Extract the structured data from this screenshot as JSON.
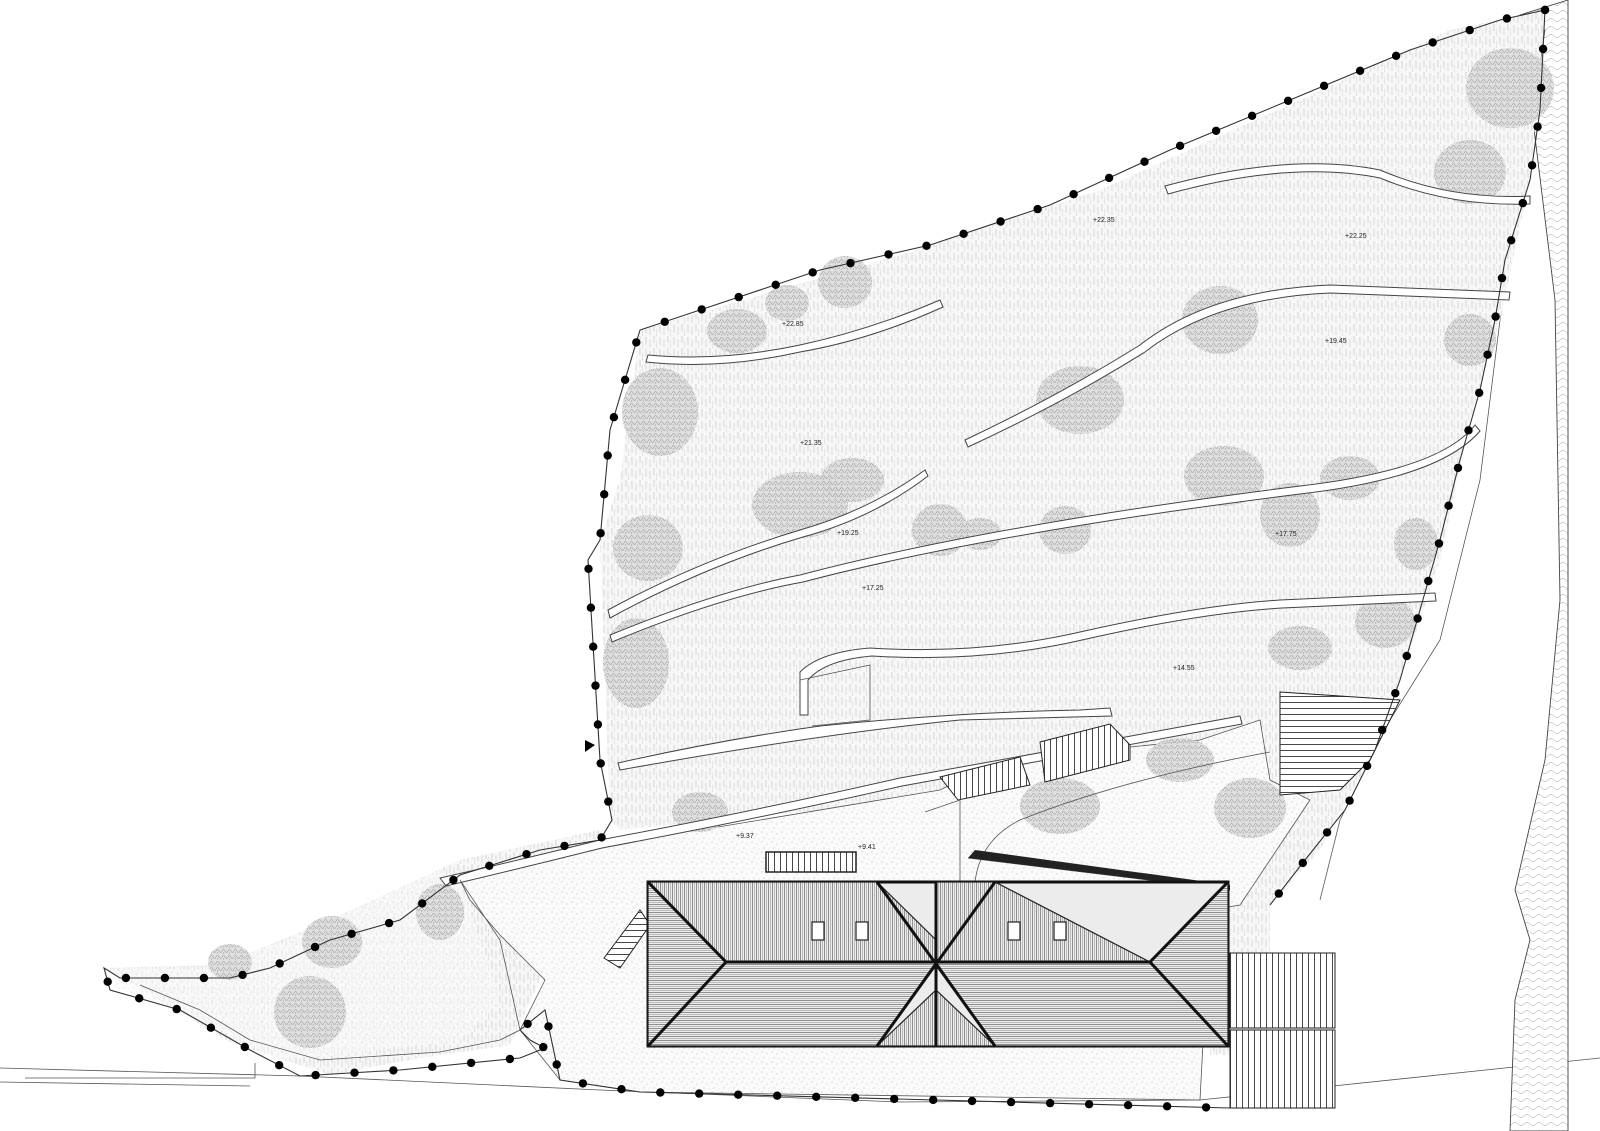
{
  "elevations": {
    "e1": "+22.35",
    "e2": "+22.25",
    "e3": "+22.85",
    "e4": "+19.45",
    "e5": "+21.35",
    "e6": "+19.25",
    "e7": "+17.75",
    "e8": "+17.25",
    "e9": "+14.55",
    "e10": "+9.37",
    "e11": "+9.41"
  },
  "colors": {
    "line": "#333333",
    "fence_post": "#000000",
    "background": "#ffffff"
  }
}
